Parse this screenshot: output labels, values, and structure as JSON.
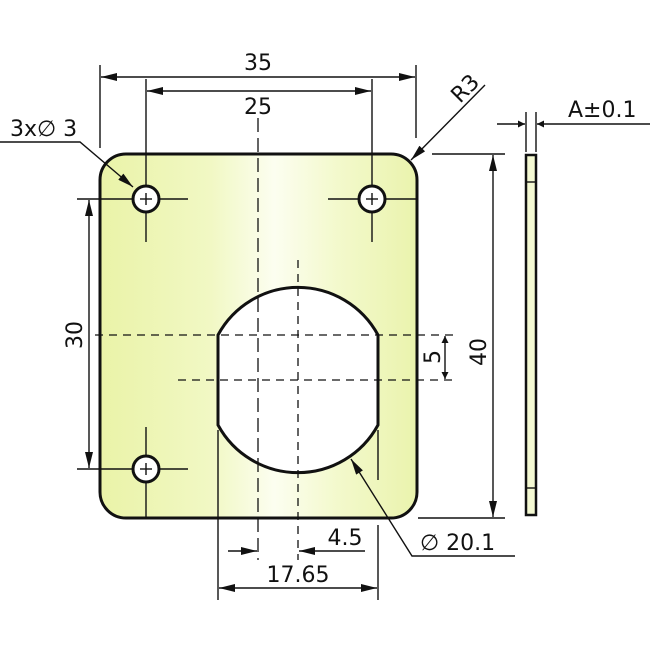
{
  "title": "Mounting plate technical drawing",
  "colors": {
    "plate_fill_edge": "#eef6b8",
    "plate_fill_highlight": "#fbfde8",
    "line": "#111111",
    "background": "#ffffff"
  },
  "dimensions": {
    "overall_width": "35",
    "hole_spacing_horizontal": "25",
    "hole_callout": "3x∅ 3",
    "corner_radius": "R3",
    "thickness": "A±0.1",
    "hole_spacing_vertical": "30",
    "overall_height": "40",
    "cutout_offset_vertical": "5",
    "cutout_offset_horizontal": "4.5",
    "cutout_flat_width": "17.65",
    "cutout_diameter": "∅ 20.1"
  },
  "views": {
    "front": "plate-front-view",
    "side": "plate-side-view"
  }
}
